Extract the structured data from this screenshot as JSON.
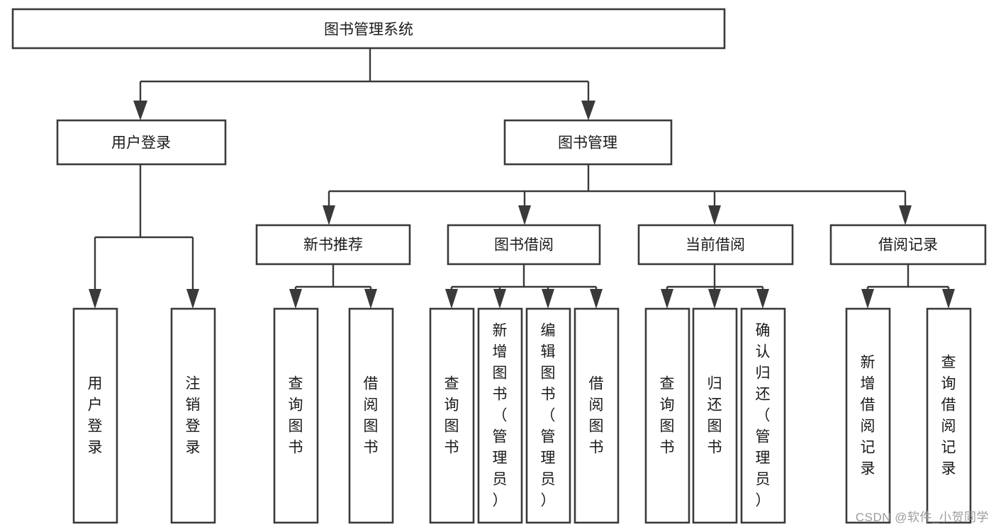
{
  "diagram": {
    "title": "图书管理系统",
    "type": "tree-hierarchy-chart",
    "root": {
      "id": "root",
      "label": "图书管理系统"
    },
    "level2": [
      {
        "id": "user-login",
        "label": "用户登录"
      },
      {
        "id": "book-management",
        "label": "图书管理"
      }
    ],
    "level3": [
      {
        "id": "new-book-recommend",
        "label": "新书推荐",
        "parent": "book-management"
      },
      {
        "id": "book-borrow",
        "label": "图书借阅",
        "parent": "book-management"
      },
      {
        "id": "current-borrow",
        "label": "当前借阅",
        "parent": "book-management"
      },
      {
        "id": "borrow-record",
        "label": "借阅记录",
        "parent": "book-management"
      }
    ],
    "leaves": [
      {
        "id": "leaf-user-login",
        "label": "用户登录",
        "parent": "user-login"
      },
      {
        "id": "leaf-logout",
        "label": "注销登录",
        "parent": "user-login"
      },
      {
        "id": "leaf-query-book-1",
        "label": "查询图书",
        "parent": "new-book-recommend"
      },
      {
        "id": "leaf-borrow-book-1",
        "label": "借阅图书",
        "parent": "new-book-recommend"
      },
      {
        "id": "leaf-query-book-2",
        "label": "查询图书",
        "parent": "book-borrow"
      },
      {
        "id": "leaf-add-book",
        "label": "新增图书（管理员）",
        "parent": "book-borrow"
      },
      {
        "id": "leaf-edit-book",
        "label": "编辑图书（管理员）",
        "parent": "book-borrow"
      },
      {
        "id": "leaf-borrow-book-2",
        "label": "借阅图书",
        "parent": "book-borrow"
      },
      {
        "id": "leaf-query-book-3",
        "label": "查询图书",
        "parent": "current-borrow"
      },
      {
        "id": "leaf-return-book",
        "label": "归还图书",
        "parent": "current-borrow"
      },
      {
        "id": "leaf-confirm-return",
        "label": "确认归还（管理员）",
        "parent": "current-borrow"
      },
      {
        "id": "leaf-add-record",
        "label": "新增借阅记录",
        "parent": "borrow-record"
      },
      {
        "id": "leaf-query-record",
        "label": "查询借阅记录",
        "parent": "borrow-record"
      }
    ],
    "colors": {
      "stroke": "#3a3a3a",
      "fill": "#ffffff",
      "text": "#1a1a1a",
      "watermark": "#9b9b9b"
    }
  },
  "watermark": {
    "text": "CSDN @软件_小贺同学"
  }
}
